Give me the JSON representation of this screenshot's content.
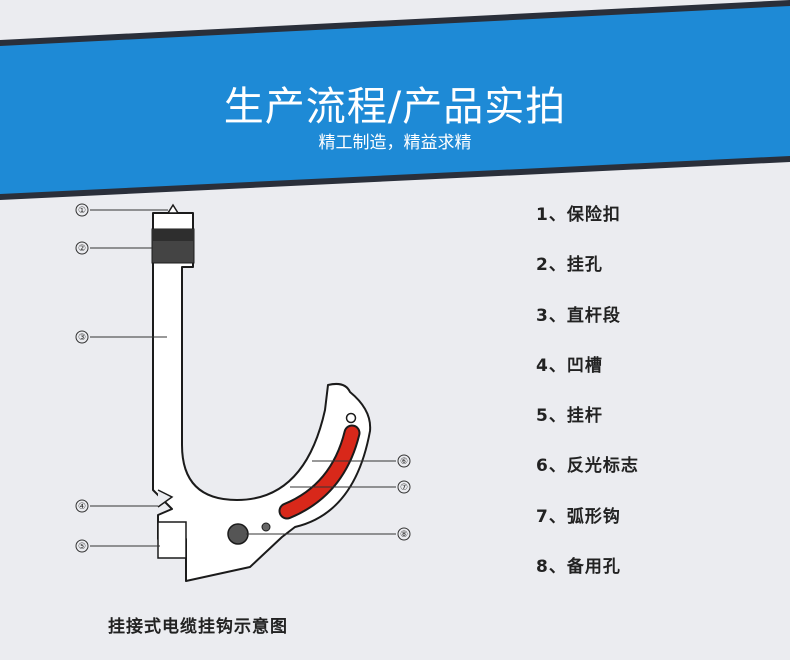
{
  "header": {
    "title": "生产流程/产品实拍",
    "subtitle": "精工制造，精益求精"
  },
  "diagram": {
    "callouts": [
      "①",
      "②",
      "③",
      "④",
      "⑤",
      "⑥",
      "⑦",
      "⑧"
    ],
    "caption": "挂接式电缆挂钩示意图"
  },
  "legend": {
    "items": [
      "1、保险扣",
      "2、挂孔",
      "3、直杆段",
      "4、凹槽",
      "5、挂杆",
      "6、反光标志",
      "7、弧形钩",
      "8、备用孔"
    ]
  },
  "colors": {
    "banner_blue": "#1e8ad6",
    "banner_dark": "#2a2f3a",
    "reflective_red": "#d8281a",
    "hook_body": "#ffffff",
    "hook_outline": "#1b1b1b",
    "background": "#ebecf0"
  }
}
